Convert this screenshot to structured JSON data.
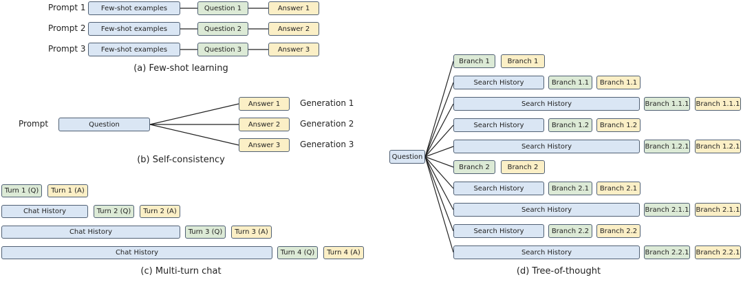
{
  "few_shot": {
    "caption": "(a) Few-shot learning",
    "prompts": [
      {
        "label": "Prompt 1",
        "examples": "Few-shot examples",
        "question": "Question 1",
        "answer": "Answer 1"
      },
      {
        "label": "Prompt 2",
        "examples": "Few-shot examples",
        "question": "Question 2",
        "answer": "Answer 2"
      },
      {
        "label": "Prompt 3",
        "examples": "Few-shot examples",
        "question": "Question 3",
        "answer": "Answer 3"
      }
    ]
  },
  "self_consistency": {
    "caption": "(b) Self-consistency",
    "prompt_label": "Prompt",
    "question": "Question",
    "answers": [
      "Answer 1",
      "Answer 2",
      "Answer 3"
    ],
    "generations": [
      "Generation 1",
      "Generation 2",
      "Generation 3"
    ]
  },
  "multi_turn": {
    "caption": "(c) Multi-turn chat",
    "history_label": "Chat History",
    "turns": [
      {
        "q": "Turn 1 (Q)",
        "a": "Turn 1 (A)"
      },
      {
        "q": "Turn 2 (Q)",
        "a": "Turn 2 (A)"
      },
      {
        "q": "Turn 3 (Q)",
        "a": "Turn 3 (A)"
      },
      {
        "q": "Turn 4 (Q)",
        "a": "Turn 4 (A)"
      }
    ]
  },
  "tree": {
    "caption": "(d) Tree-of-thought",
    "question": "Question",
    "history_label": "Search History",
    "rows": [
      {
        "history": false,
        "branch": "Branch 1",
        "answer": "Branch 1"
      },
      {
        "history": "short",
        "branch": "Branch 1.1",
        "answer": "Branch 1.1"
      },
      {
        "history": "long",
        "branch": "Branch 1.1.1",
        "answer": "Branch 1.1.1"
      },
      {
        "history": "short",
        "branch": "Branch 1.2",
        "answer": "Branch 1.2"
      },
      {
        "history": "long",
        "branch": "Branch 1.2.1",
        "answer": "Branch 1.2.1"
      },
      {
        "history": false,
        "branch": "Branch 2",
        "answer": "Branch 2"
      },
      {
        "history": "short",
        "branch": "Branch 2.1",
        "answer": "Branch 2.1"
      },
      {
        "history": "long",
        "branch": "Branch 2.1.1",
        "answer": "Branch 2.1.1"
      },
      {
        "history": "short",
        "branch": "Branch 2.2",
        "answer": "Branch 2.2"
      },
      {
        "history": "long",
        "branch": "Branch 2.2.1",
        "answer": "Branch 2.2.1"
      }
    ]
  },
  "colors": {
    "context": "#dae6f4",
    "question": "#dcead6",
    "answer": "#fbefc6",
    "border": "#4f5f73"
  }
}
